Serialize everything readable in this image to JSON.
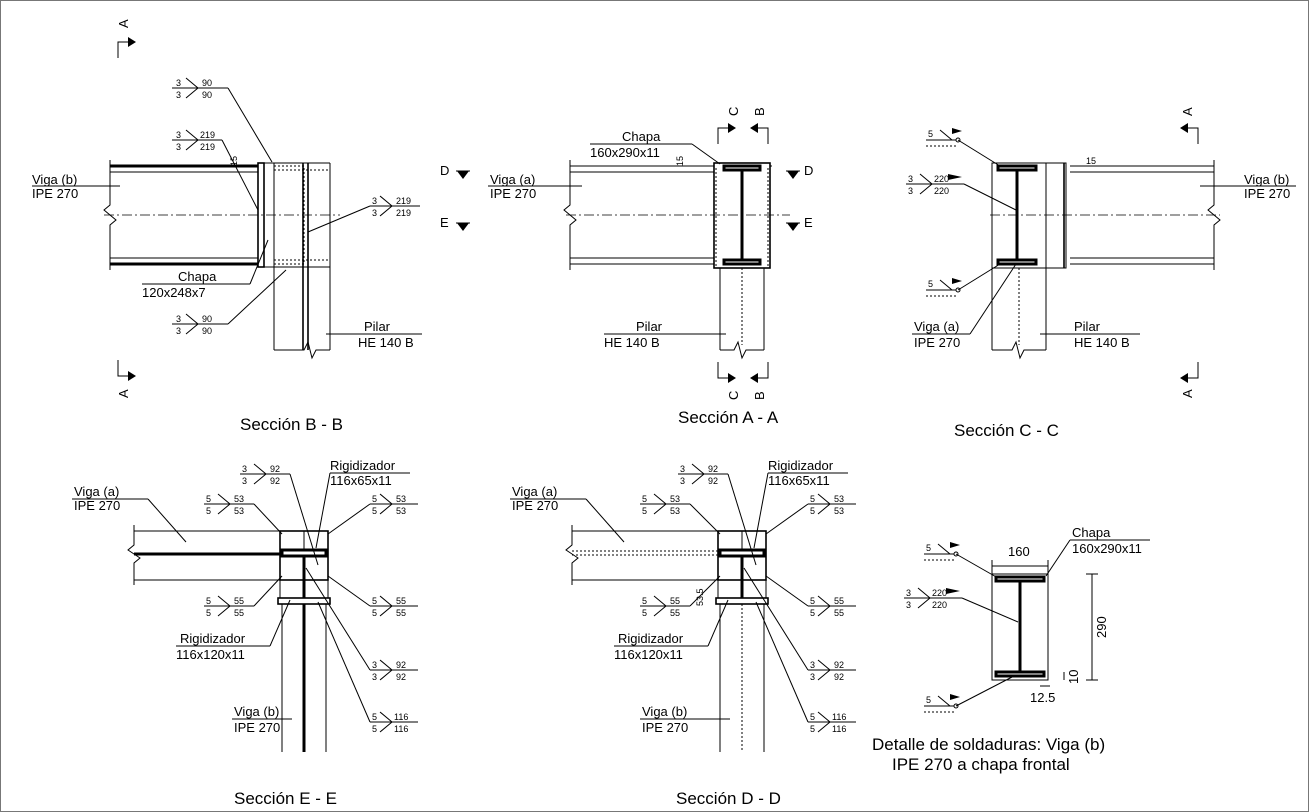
{
  "sections": {
    "bb": {
      "title": "Sección B - B",
      "beam_name": "Viga (b)",
      "beam_profile": "IPE 270",
      "plate_name": "Chapa",
      "plate_size": "120x248x7",
      "column_name": "Pilar",
      "column_profile": "HE 140 B",
      "weld_a_top": "3",
      "weld_a_bot": "3",
      "weld_a_len1": "90",
      "weld_a_len2": "90",
      "weld_b_top": "3",
      "weld_b_bot": "3",
      "weld_b_len1": "219",
      "weld_b_len2": "219",
      "weld_c_top": "3",
      "weld_c_bot": "3",
      "weld_c_len1": "219",
      "weld_c_len2": "219",
      "weld_d_top": "3",
      "weld_d_bot": "3",
      "weld_d_len1": "90",
      "weld_d_len2": "90",
      "dim_15": "15",
      "cut_a": "A"
    },
    "aa": {
      "title": "Sección A - A",
      "beam_name": "Viga (a)",
      "beam_profile": "IPE 270",
      "plate_name": "Chapa",
      "plate_size": "160x290x11",
      "column_name": "Pilar",
      "column_profile": "HE 140 B",
      "dim_15": "15",
      "cut_c": "C",
      "cut_b": "B",
      "cut_d": "D",
      "cut_e": "E"
    },
    "cc": {
      "title": "Sección C - C",
      "beam_b_name": "Viga (b)",
      "beam_b_profile": "IPE 270",
      "beam_a_name": "Viga (a)",
      "beam_a_profile": "IPE 270",
      "column_name": "Pilar",
      "column_profile": "HE 140 B",
      "weld_top": "5",
      "weld_mid_top": "3",
      "weld_mid_bot": "3",
      "weld_mid_len1": "220",
      "weld_mid_len2": "220",
      "weld_bot": "5",
      "dim_15": "15",
      "cut_a": "A"
    },
    "ee": {
      "title": "Sección E - E",
      "beam_a_name": "Viga (a)",
      "beam_a_profile": "IPE 270",
      "beam_b_name": "Viga (b)",
      "beam_b_profile": "IPE 270",
      "stiff_top_name": "Rigidizador",
      "stiff_top_size": "116x65x11",
      "stiff_bot_name": "Rigidizador",
      "stiff_bot_size": "116x120x11",
      "w92_t": "3",
      "w92_b": "3",
      "w92_l1": "92",
      "w92_l2": "92",
      "w53a_t": "5",
      "w53a_b": "5",
      "w53a_l1": "53",
      "w53a_l2": "53",
      "w53b_t": "5",
      "w53b_b": "5",
      "w53b_l1": "53",
      "w53b_l2": "53",
      "w55a_t": "5",
      "w55a_b": "5",
      "w55a_l1": "55",
      "w55a_l2": "55",
      "w55b_t": "5",
      "w55b_b": "5",
      "w55b_l1": "55",
      "w55b_l2": "55",
      "w92b_t": "3",
      "w92b_b": "3",
      "w92b_l1": "92",
      "w92b_l2": "92",
      "w116_t": "5",
      "w116_b": "5",
      "w116_l1": "116",
      "w116_l2": "116"
    },
    "dd": {
      "title": "Sección D - D",
      "beam_a_name": "Viga (a)",
      "beam_a_profile": "IPE 270",
      "beam_b_name": "Viga (b)",
      "beam_b_profile": "IPE 270",
      "stiff_top_name": "Rigidizador",
      "stiff_top_size": "116x65x11",
      "stiff_bot_name": "Rigidizador",
      "stiff_bot_size": "116x120x11",
      "dim_535": "53.5",
      "w92_t": "3",
      "w92_b": "3",
      "w92_l1": "92",
      "w92_l2": "92",
      "w53a_t": "5",
      "w53a_b": "5",
      "w53a_l1": "53",
      "w53a_l2": "53",
      "w53b_t": "5",
      "w53b_b": "5",
      "w53b_l1": "53",
      "w53b_l2": "53",
      "w55a_t": "5",
      "w55a_b": "5",
      "w55a_l1": "55",
      "w55a_l2": "55",
      "w55b_t": "5",
      "w55b_b": "5",
      "w55b_l1": "55",
      "w55b_l2": "55",
      "w92b_t": "3",
      "w92b_b": "3",
      "w92b_l1": "92",
      "w92b_l2": "92",
      "w116_t": "5",
      "w116_b": "5",
      "w116_l1": "116",
      "w116_l2": "116"
    },
    "detail": {
      "title_line1": "Detalle de soldaduras: Viga (b)",
      "title_line2": "IPE 270 a chapa frontal",
      "plate_name": "Chapa",
      "plate_size": "160x290x11",
      "dim_160": "160",
      "dim_290": "290",
      "dim_10": "10",
      "dim_125": "12.5",
      "weld_top": "5",
      "weld_mid_top": "3",
      "weld_mid_bot": "3",
      "weld_mid_len1": "220",
      "weld_mid_len2": "220",
      "weld_bot": "5"
    }
  }
}
